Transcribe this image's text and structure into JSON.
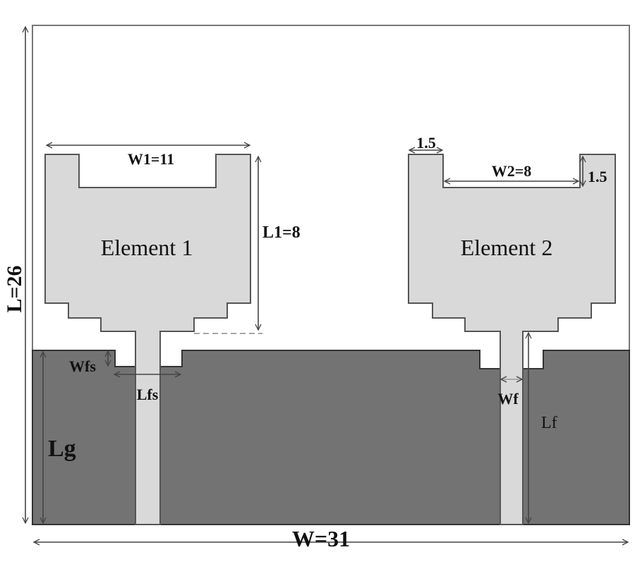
{
  "diagram": {
    "type": "antenna-layout",
    "colors": {
      "substrate": "#ffffff",
      "patch": "#d9d9d9",
      "ground": "#737373",
      "outline": "#555555",
      "dimension_line": "#444444"
    },
    "elements": [
      {
        "id": "element-1",
        "label": "Element 1"
      },
      {
        "id": "element-2",
        "label": "Element 2"
      }
    ],
    "dimensions": {
      "substrate_length": "L=26",
      "substrate_width": "W=31",
      "element1_width": "W1=11",
      "element1_length": "L1=8",
      "element2_notch_width": "W2=8",
      "element2_tab_width": "1.5",
      "element2_tab_height": "1.5",
      "slot_width": "Wfs",
      "slot_length": "Lfs",
      "ground_length": "Lg",
      "feed_width": "Wf",
      "feed_length": "Lf"
    }
  }
}
